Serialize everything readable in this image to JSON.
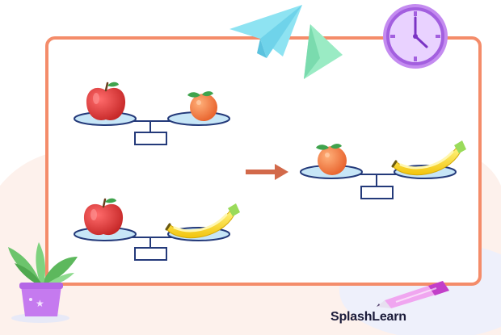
{
  "brand": {
    "name": "SplashLearn"
  },
  "colors": {
    "frame": "#F48C6A",
    "pan_fill": "#C7E6F7",
    "pan_stroke": "#243A7A",
    "arrow": "#D2694A",
    "apple": "#E53935",
    "orange": "#F57C45",
    "banana": "#F5D21E",
    "clock": "#B97BEA",
    "plane_light": "#8EE3F2",
    "plane_green": "#9AEBC4",
    "plant_pot": "#C57AEF",
    "leaf": "#6CC46C",
    "background_blob": "#FCEBE4"
  },
  "scales": [
    {
      "id": "apple-orange",
      "left": "apple",
      "right": "orange"
    },
    {
      "id": "apple-banana",
      "left": "apple",
      "right": "banana"
    },
    {
      "id": "orange-banana",
      "left": "orange",
      "right": "banana"
    }
  ],
  "icons": [
    "paper-plane-icon",
    "clock-icon",
    "plant-icon",
    "pen-icon",
    "arrow-right-icon"
  ]
}
